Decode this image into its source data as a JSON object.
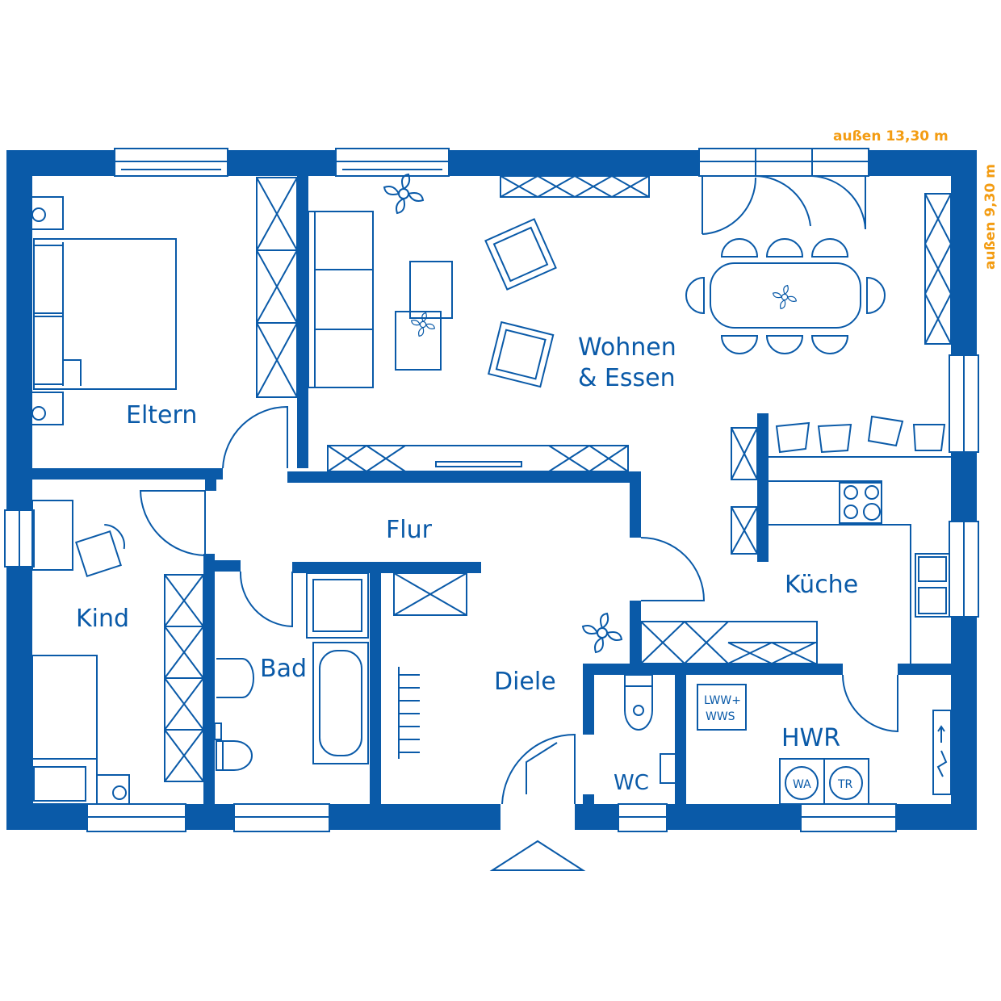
{
  "colors": {
    "wall": "#0a5aa8",
    "dimension": "#f39c12",
    "background": "#ffffff"
  },
  "dimensions": {
    "width_label": "außen 13,30 m",
    "depth_label": "außen 9,30 m"
  },
  "rooms": {
    "eltern": "Eltern",
    "wohnen_line1": "Wohnen",
    "wohnen_line2": "& Essen",
    "flur": "Flur",
    "kind": "Kind",
    "bad": "Bad",
    "diele": "Diele",
    "kueche": "Küche",
    "wc": "WC",
    "hwr": "HWR"
  },
  "appliances": {
    "heatpump_line1": "LWW+",
    "heatpump_line2": "WWS",
    "washer": "WA",
    "dryer": "TR"
  },
  "icons": [
    "plant-icon",
    "entrance-arrow-icon",
    "door-swing-icon",
    "window-icon"
  ]
}
